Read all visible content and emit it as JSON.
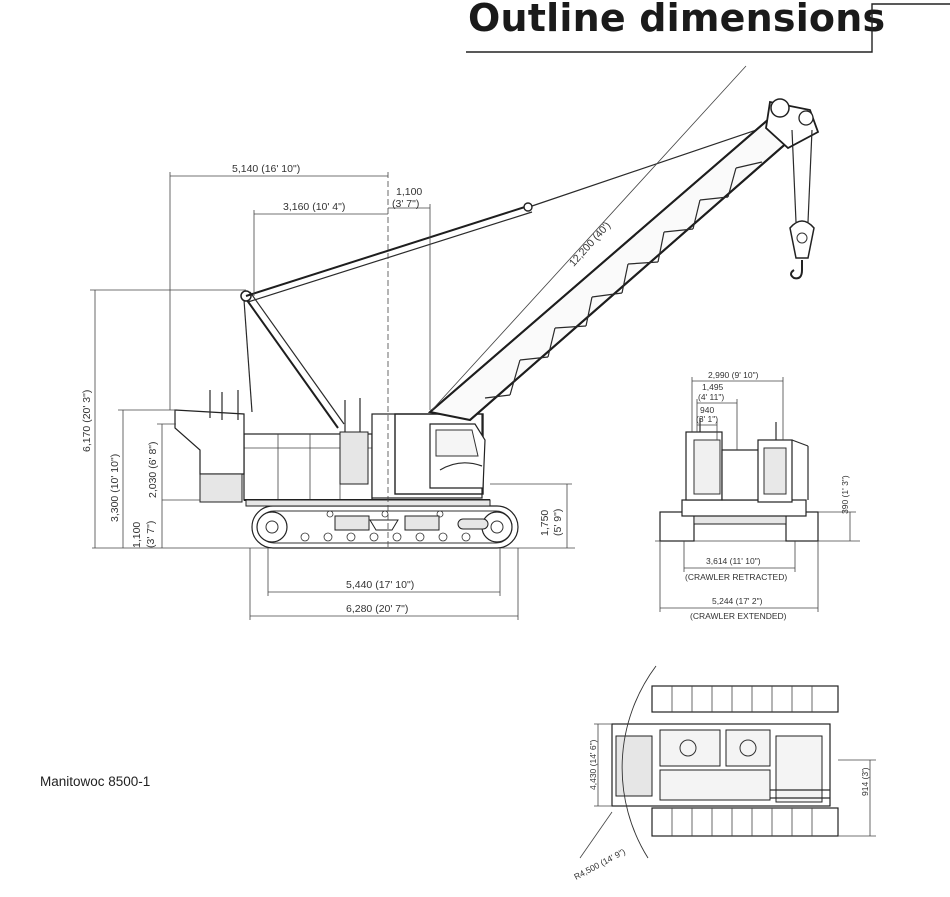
{
  "header": {
    "title": "Outline dimensions"
  },
  "caption": "Manitowoc 8500-1",
  "side_view": {
    "dims": {
      "tail_to_boom_foot": "5,140 (16' 10\")",
      "mast_to_center": "3,160 (10' 4\")",
      "center_offset_mm": "1,100",
      "center_offset_ft": "(3' 7\")",
      "boom_length": "12,200 (40')",
      "overall_height": "6,170 (20' 3\")",
      "mast_height": "3,300 (10' 10\")",
      "deck_height": "2,030 (6' 8\")",
      "tail_clearance": "1,100",
      "tail_clearance_ft": "(3' 7\")",
      "cab_height_mm": "1,750",
      "cab_height_ft": "(5' 9\")",
      "tumbler_distance": "5,440 (17' 10\")",
      "crawler_length": "6,280 (20' 7\")"
    }
  },
  "rear_view": {
    "dims": {
      "upper_width": "2,990 (9' 10\")",
      "dim_1495_mm": "1,495",
      "dim_1495_ft": "(4' 11\")",
      "dim_940_mm": "940",
      "dim_940_ft": "(3' 1\")",
      "ground_clearance": "390 (1' 3\")",
      "retracted_width": "3,614 (11' 10\")",
      "retracted_label": "(CRAWLER RETRACTED)",
      "extended_width": "5,244 (17' 2\")",
      "extended_label": "(CRAWLER EXTENDED)"
    }
  },
  "plan_view": {
    "dims": {
      "upper_width": "4,430 (14' 6\")",
      "shoe_width": "914 (3')",
      "tail_radius": "R4,500 (14' 9\")"
    }
  }
}
